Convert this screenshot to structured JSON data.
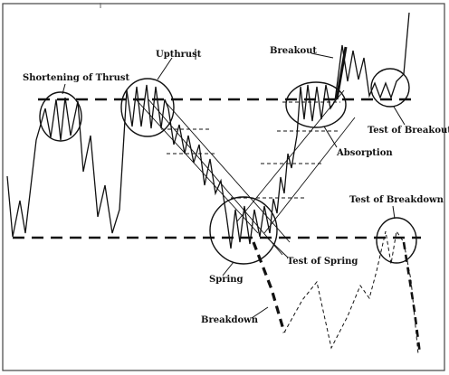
{
  "diagram": {
    "labels": {
      "shortening_of_thrust": "Shortening of Thrust",
      "upthrust": "Upthrust",
      "breakout": "Breakout",
      "absorption": "Absorption",
      "test_of_breakout": "Test of Breakout",
      "test_of_breakdown": "Test of Breakdown",
      "spring": "Spring",
      "test_of_spring": "Test of Spring",
      "breakdown": "Breakdown"
    },
    "colors": {
      "ink": "#111111",
      "background": "#ffffff",
      "frame": "#444444"
    }
  }
}
